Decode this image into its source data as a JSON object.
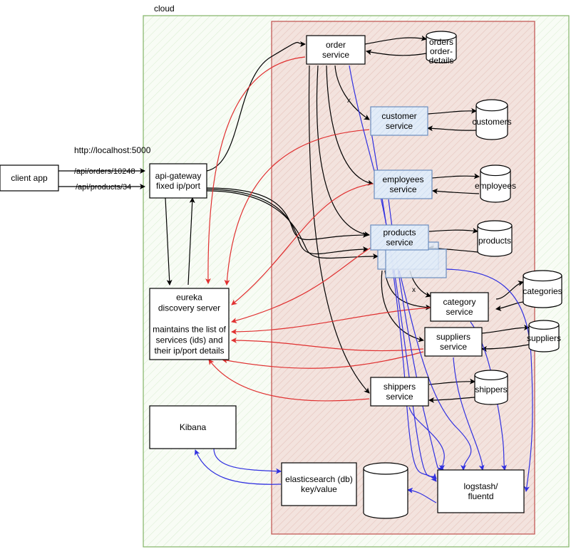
{
  "colors": {
    "cloud_stroke": "#82b366",
    "cloud_fill": "#f6fbf3",
    "cluster_stroke": "#b85450",
    "cluster_fill": "#f4e1dc",
    "service_blue_stroke": "#6c8ebf",
    "service_blue_fill": "#dae8fc",
    "red_arrow": "#e03030",
    "blue_arrow": "#3030e0",
    "black_arrow": "#000000"
  },
  "labels": {
    "cloud": "cloud",
    "base_url": "http://localhost:5000",
    "orders_route": "/api/orders/10248",
    "products_route": "/api/products/34",
    "x_mark_1": "x",
    "x_mark_2": "x"
  },
  "nodes": {
    "client_app": [
      "client app"
    ],
    "api_gateway": [
      "api-gateway",
      "fixed ip/port"
    ],
    "eureka": [
      "eureka",
      "discovery server",
      "",
      "maintains the list of",
      "services (ids) and",
      "their ip/port details"
    ],
    "kibana": [
      "Kibana"
    ],
    "elasticsearch": [
      "elasticsearch (db)",
      "key/value"
    ],
    "logstash": [
      "logstash/",
      "fluentd"
    ],
    "order_service": [
      "order",
      "service"
    ],
    "customer_service": [
      "customer",
      "service"
    ],
    "employees_service": [
      "employees",
      "service"
    ],
    "products_service": [
      "products",
      "service"
    ],
    "category_service": [
      "category",
      "service"
    ],
    "suppliers_service": [
      "suppliers",
      "service"
    ],
    "shippers_service": [
      "shippers",
      "service"
    ]
  },
  "databases": {
    "orders": [
      "orders",
      "order-",
      "details"
    ],
    "customers": [
      "customers"
    ],
    "employees": [
      "employees"
    ],
    "products": [
      "products"
    ],
    "categories": [
      "categories"
    ],
    "suppliers": [
      "suppliers"
    ],
    "shippers": [
      "shippers"
    ]
  }
}
